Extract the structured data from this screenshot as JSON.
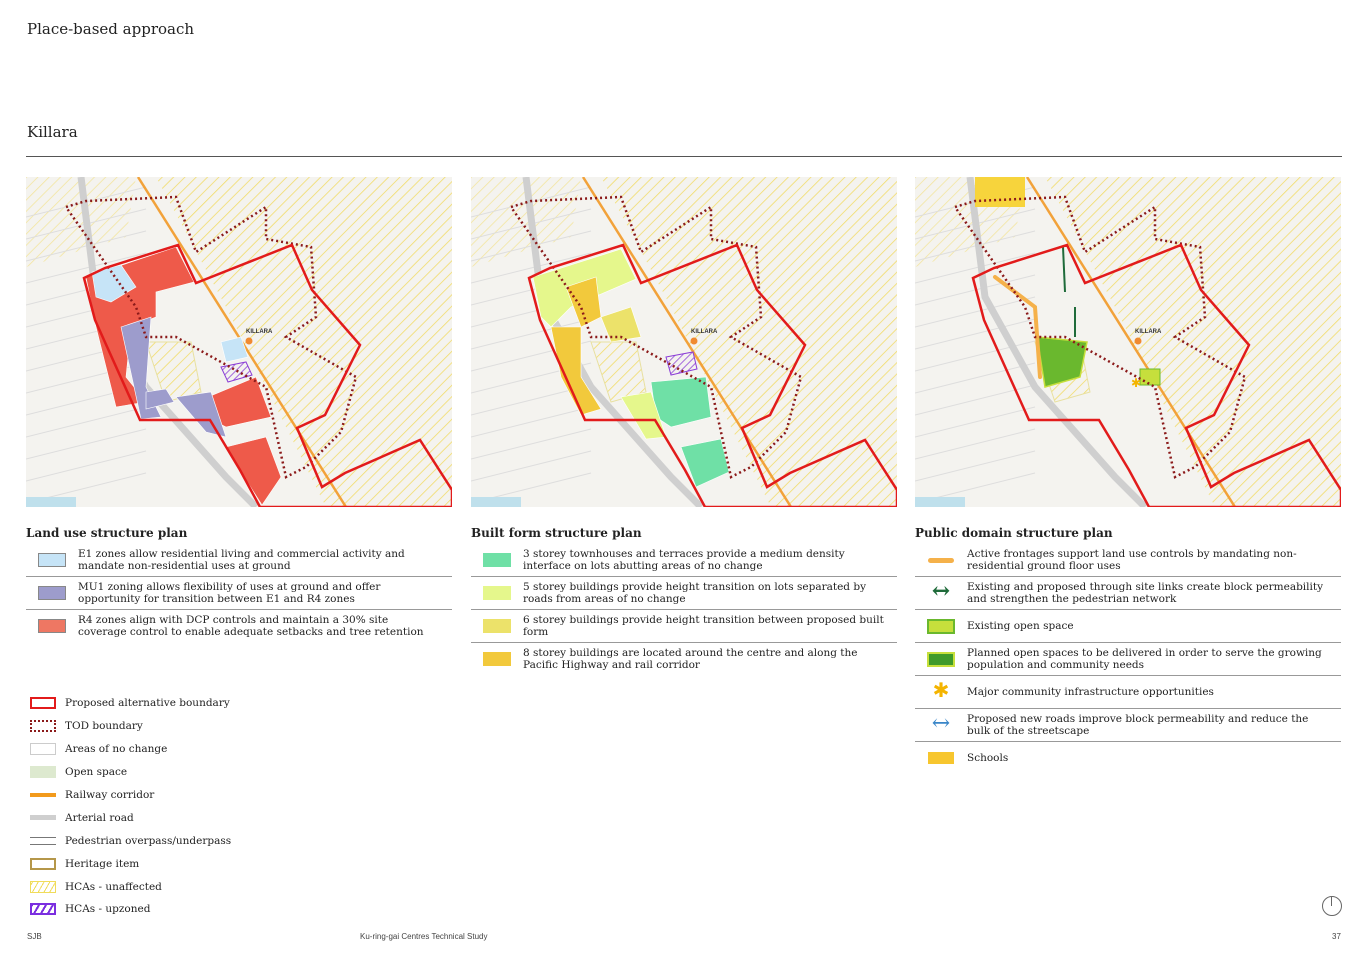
{
  "header": {
    "supertitle": "Place-based approach",
    "title": "Killara"
  },
  "maps": {
    "place_label": "KILLARA"
  },
  "land_use": {
    "title": "Land use structure plan",
    "items": [
      {
        "color": "#c6e4f7",
        "text": "E1 zones allow residential living and commercial activity and mandate non-residential uses at ground"
      },
      {
        "color": "#9d9ccc",
        "text": "MU1 zoning allows flexibility of uses at ground and offer opportunity for transition between E1 and R4 zones"
      },
      {
        "color": "#ee7763",
        "text": "R4 zones align with DCP controls and maintain a 30% site coverage control to enable adequate setbacks and tree retention"
      }
    ]
  },
  "built_form": {
    "title": "Built form structure plan",
    "items": [
      {
        "color": "#6fe0a6",
        "text": "3 storey townhouses and terraces provide a medium density interface on lots abutting areas of no change"
      },
      {
        "color": "#e5f78c",
        "text": "5 storey buildings provide height transition on lots separated by roads from areas of no change"
      },
      {
        "color": "#ece26a",
        "text": "6 storey buildings provide height transition between proposed built form"
      },
      {
        "color": "#f2c93c",
        "text": "8 storey buildings are located around the centre and along the Pacific Highway and rail corridor"
      }
    ]
  },
  "public_domain": {
    "title": "Public domain structure plan",
    "items": [
      {
        "icon": "active-frontage-icon",
        "text": "Active frontages support land use controls by mandating non-residential ground floor uses"
      },
      {
        "icon": "green-double-arrow-icon",
        "text": "Existing and proposed through site links create block permeability and strengthen the pedestrian network"
      },
      {
        "icon": "existing-open-space-icon",
        "text": "Existing open space"
      },
      {
        "icon": "planned-open-space-icon",
        "text": "Planned open spaces to be delivered in order to serve the growing population and community needs"
      },
      {
        "icon": "asterisk-icon",
        "text": "Major community infrastructure opportunities"
      },
      {
        "icon": "blue-double-arrow-icon",
        "text": "Proposed new roads improve block permeability and reduce the bulk of the streetscape"
      },
      {
        "icon": "school-icon",
        "text": "Schools"
      }
    ]
  },
  "general_legend": [
    {
      "key": "proposed-boundary",
      "text": "Proposed alternative boundary"
    },
    {
      "key": "tod-boundary",
      "text": "TOD boundary"
    },
    {
      "key": "no-change",
      "text": "Areas of no change"
    },
    {
      "key": "open-space",
      "text": "Open space"
    },
    {
      "key": "railway",
      "text": "Railway corridor"
    },
    {
      "key": "arterial",
      "text": "Arterial road"
    },
    {
      "key": "ped-overpass",
      "text": "Pedestrian overpass/underpass"
    },
    {
      "key": "heritage",
      "text": "Heritage item"
    },
    {
      "key": "hca-unaffected",
      "text": "HCAs - unaffected"
    },
    {
      "key": "hca-upzoned",
      "text": "HCAs - upzoned"
    }
  ],
  "footer": {
    "left": "SJB",
    "center": "Ku-ring-gai Centres Technical Study",
    "page": "37"
  }
}
